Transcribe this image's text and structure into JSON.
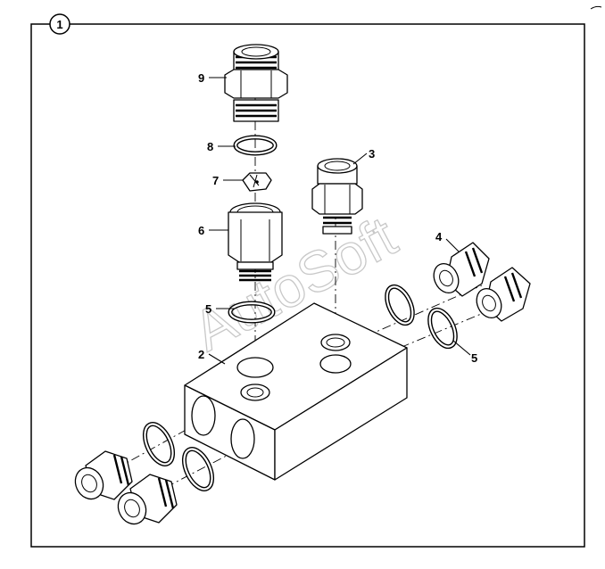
{
  "figure": {
    "number": "1",
    "watermark": "AutoSoft",
    "callouts": [
      {
        "id": "c9",
        "text": "9"
      },
      {
        "id": "c8",
        "text": "8"
      },
      {
        "id": "c7",
        "text": "7"
      },
      {
        "id": "c6",
        "text": "6"
      },
      {
        "id": "c5a",
        "text": "5"
      },
      {
        "id": "c2",
        "text": "2"
      },
      {
        "id": "c3",
        "text": "3"
      },
      {
        "id": "c4",
        "text": "4"
      },
      {
        "id": "c5b",
        "text": "5"
      }
    ]
  }
}
